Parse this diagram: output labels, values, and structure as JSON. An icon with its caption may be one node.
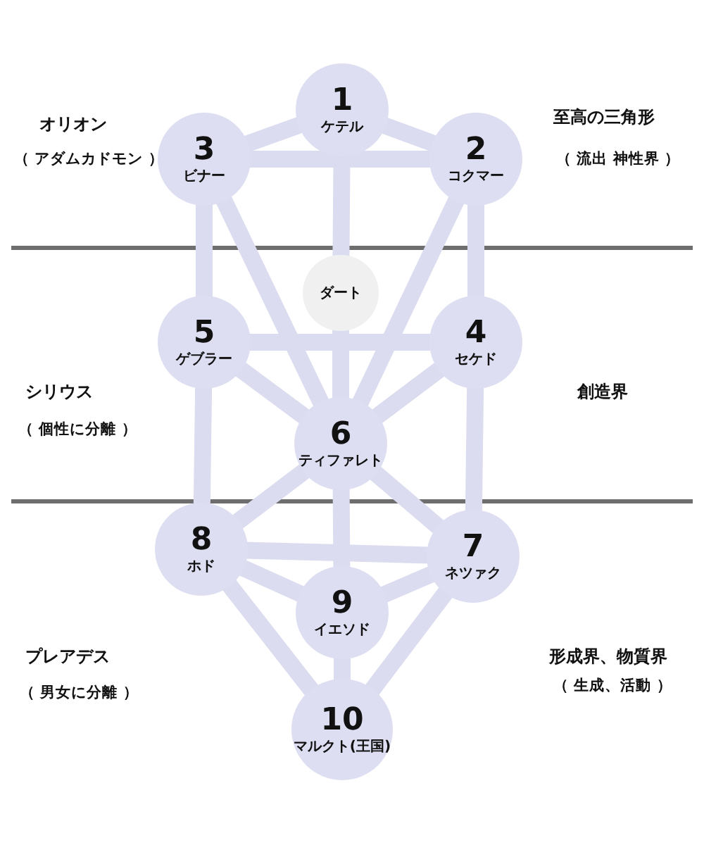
{
  "diagram": {
    "nodes": [
      {
        "text": [
          "1",
          "ケテル"
        ]
      },
      {
        "text": [
          "3",
          "ビナー"
        ]
      },
      {
        "text": [
          "2",
          "コクマー"
        ]
      },
      {
        "text": [
          "ダート"
        ]
      },
      {
        "text": [
          "5",
          "ゲブラー"
        ]
      },
      {
        "text": [
          "4",
          "セケド"
        ]
      },
      {
        "text": [
          "6",
          "ティファレト"
        ]
      },
      {
        "text": [
          "8",
          "ホド"
        ]
      },
      {
        "text": [
          "7",
          "ネツァク"
        ]
      },
      {
        "text": [
          "9",
          "イエソド"
        ]
      },
      {
        "text": [
          "10",
          "マルクト(王国)"
        ]
      }
    ],
    "edges": [
      {
        "from": 0,
        "to": 2,
        "arrow": "none"
      },
      {
        "from": 0,
        "to": 1,
        "arrow": "none"
      },
      {
        "from": 0,
        "to": 3,
        "arrow": "none"
      },
      {
        "from": 3,
        "to": 6,
        "arrow": "none"
      },
      {
        "from": 1,
        "to": 2,
        "arrow": "none"
      },
      {
        "from": 2,
        "to": 5,
        "arrow": "none"
      },
      {
        "from": 2,
        "to": 6,
        "arrow": "none"
      },
      {
        "from": 1,
        "to": 4,
        "arrow": "none"
      },
      {
        "from": 1,
        "to": 6,
        "arrow": "none"
      },
      {
        "from": 4,
        "to": 5,
        "arrow": "none"
      },
      {
        "from": 5,
        "to": 6,
        "arrow": "none"
      },
      {
        "from": 5,
        "to": 8,
        "arrow": "none"
      },
      {
        "from": 4,
        "to": 6,
        "arrow": "none"
      },
      {
        "from": 4,
        "to": 7,
        "arrow": "none"
      },
      {
        "from": 6,
        "to": 8,
        "arrow": "none"
      },
      {
        "from": 6,
        "to": 7,
        "arrow": "none"
      },
      {
        "from": 6,
        "to": 9,
        "arrow": "none"
      },
      {
        "from": 7,
        "to": 8,
        "arrow": "none"
      },
      {
        "from": 8,
        "to": 9,
        "arrow": "none"
      },
      {
        "from": 8,
        "to": 10,
        "arrow": "none"
      },
      {
        "from": 7,
        "to": 9,
        "arrow": "none"
      },
      {
        "from": 7,
        "to": 10,
        "arrow": "none"
      },
      {
        "from": 9,
        "to": 10,
        "arrow": "none"
      }
    ],
    "labels": [
      "至高の三角形",
      "オリオン",
      "（ アダムカドモン ）",
      "（ 流出 神性界 ）",
      "シリウス",
      "創造界",
      "（ 個性に分離 ）",
      "プレアデス",
      "形成界、物質界",
      "（ 生成、活動 ）",
      "（ 男女に分離 ）"
    ]
  }
}
